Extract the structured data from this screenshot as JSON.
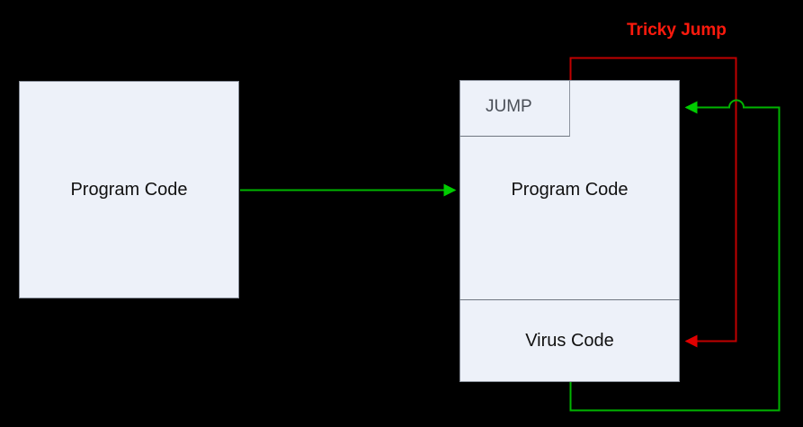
{
  "diagram": {
    "title_annotation": "Tricky Jump",
    "background_color": "#000000",
    "box_fill_color": "#edf1f9",
    "box_border_color": "#8c939e",
    "green_color": "#00b400",
    "green_arrow_color": "#00cc00",
    "red_color": "#c00000",
    "annotation_color": "#ff1a0d",
    "boxes": {
      "original_program": {
        "label": "Program Code"
      },
      "infected_program": {
        "jump_label": "JUMP",
        "program_label": "Program Code",
        "virus_label": "Virus Code"
      }
    },
    "connections": {
      "execution_flow_label": "Program Code",
      "jump_to_virus_label": "Tricky Jump",
      "return_flow_label": "Virus Code"
    }
  }
}
